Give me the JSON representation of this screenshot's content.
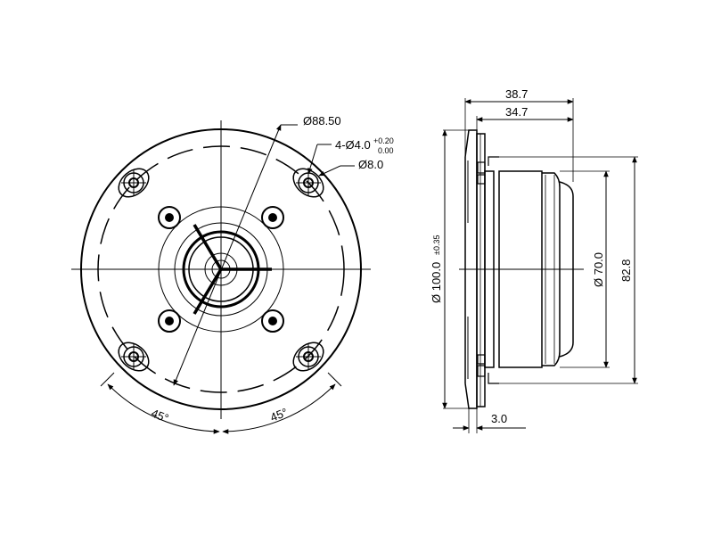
{
  "front_view": {
    "mount_circle_diameter": "Ø88.50",
    "hole_callout": "4-Ø4.0",
    "hole_tol_upper": "+0.20",
    "hole_tol_lower": "0.00",
    "hole_counterbore": "Ø8.0",
    "angle_left": "45°",
    "angle_right": "45°"
  },
  "side_view": {
    "overall_depth": "38.7",
    "body_depth": "34.7",
    "flange_diameter": "Ø 100.0",
    "flange_tolerance": "±0.35",
    "body_diameter": "Ø 70.0",
    "magnet_diameter": "82.8",
    "flange_thickness": "3.0"
  },
  "colors": {
    "line": "#000000",
    "background": "#ffffff"
  }
}
